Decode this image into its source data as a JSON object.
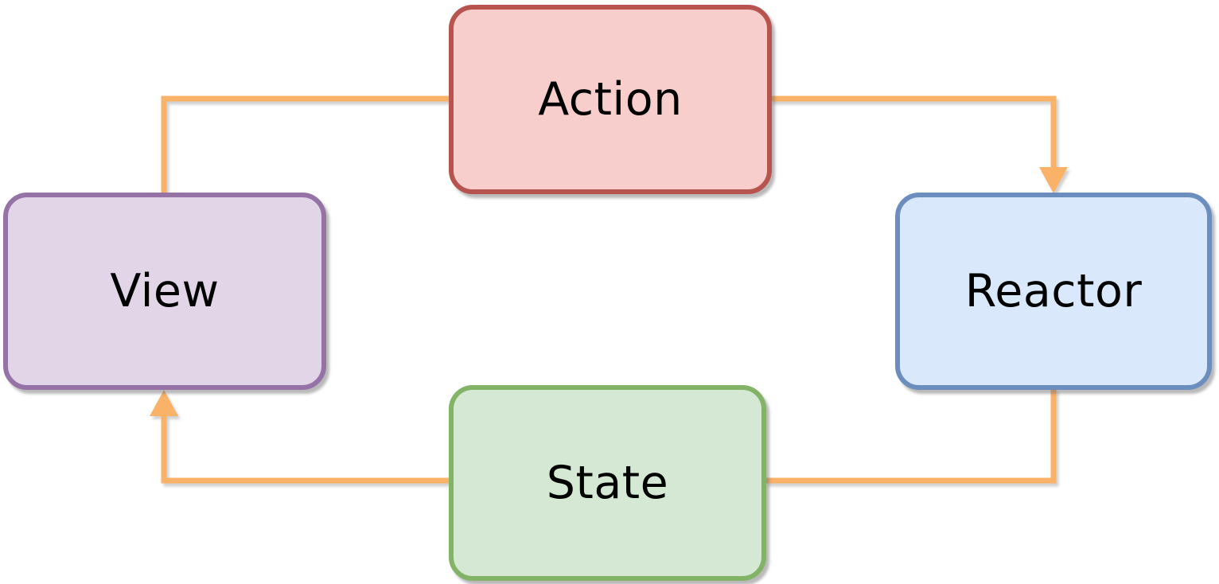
{
  "diagram": {
    "background": "#FFFFFF",
    "nodes": [
      {
        "id": "action",
        "label": "Action",
        "fill": "#F8CECC",
        "stroke": "#B85450"
      },
      {
        "id": "reactor",
        "label": "Reactor",
        "fill": "#DAE8FC",
        "stroke": "#6C8EBF"
      },
      {
        "id": "view",
        "label": "View",
        "fill": "#E1D5E7",
        "stroke": "#9673A6"
      },
      {
        "id": "state",
        "label": "State",
        "fill": "#D5E8D4",
        "stroke": "#82B366"
      }
    ],
    "edges": [
      {
        "from": "View",
        "to": "Action",
        "arrowhead_at_target": false
      },
      {
        "from": "Action",
        "to": "Reactor",
        "arrowhead_at_target": true
      },
      {
        "from": "Reactor",
        "to": "State",
        "arrowhead_at_target": false
      },
      {
        "from": "State",
        "to": "View",
        "arrowhead_at_target": true
      }
    ],
    "connector": {
      "color": "#FAB168"
    }
  }
}
